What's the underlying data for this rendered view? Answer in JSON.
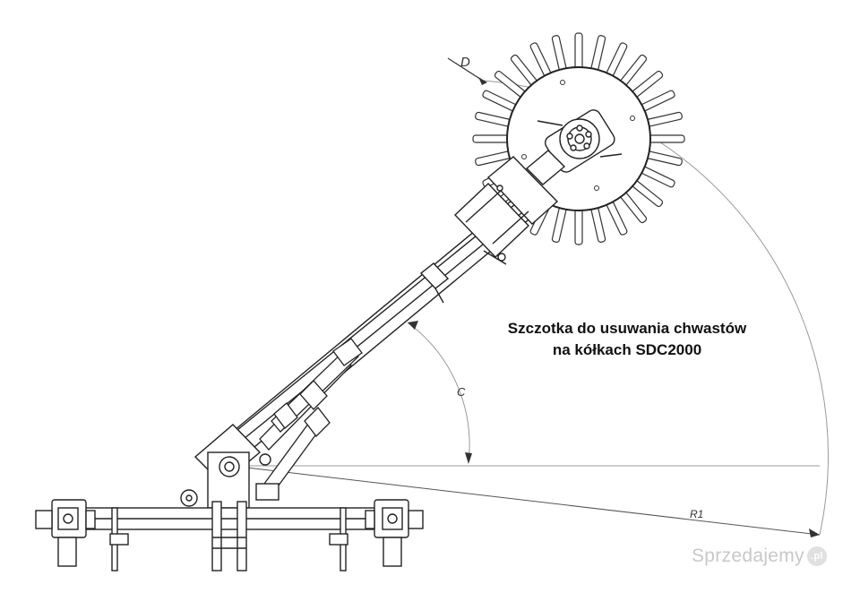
{
  "caption": {
    "line1": "Szczotka do usuwania chwastów",
    "line2": "na kółkach SDC2000"
  },
  "dimensions": {
    "diameter_label": "D",
    "angle_label": "C",
    "radius_label": "R1"
  },
  "watermark": {
    "text": "Sprzedajemy",
    "badge": ".pl"
  }
}
